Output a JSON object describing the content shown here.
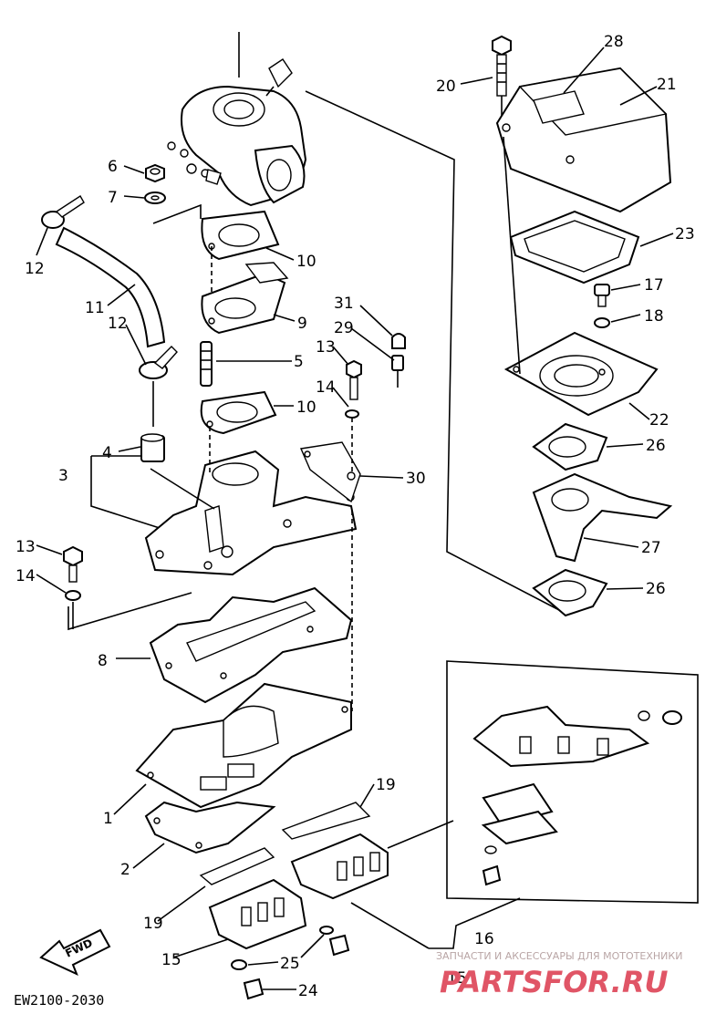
{
  "labels": [
    {
      "id": "28",
      "text": "28"
    },
    {
      "id": "20",
      "text": "20"
    },
    {
      "id": "21",
      "text": "21"
    },
    {
      "id": "6",
      "text": "6"
    },
    {
      "id": "7",
      "text": "7"
    },
    {
      "id": "12a",
      "text": "12"
    },
    {
      "id": "10a",
      "text": "10"
    },
    {
      "id": "11",
      "text": "11"
    },
    {
      "id": "9",
      "text": "9"
    },
    {
      "id": "12b",
      "text": "12"
    },
    {
      "id": "31",
      "text": "31"
    },
    {
      "id": "29",
      "text": "29"
    },
    {
      "id": "13a",
      "text": "13"
    },
    {
      "id": "5",
      "text": "5"
    },
    {
      "id": "14a",
      "text": "14"
    },
    {
      "id": "10b",
      "text": "10"
    },
    {
      "id": "4",
      "text": "4"
    },
    {
      "id": "3",
      "text": "3"
    },
    {
      "id": "30",
      "text": "30"
    },
    {
      "id": "13b",
      "text": "13"
    },
    {
      "id": "14b",
      "text": "14"
    },
    {
      "id": "8",
      "text": "8"
    },
    {
      "id": "23",
      "text": "23"
    },
    {
      "id": "17",
      "text": "17"
    },
    {
      "id": "18",
      "text": "18"
    },
    {
      "id": "22",
      "text": "22"
    },
    {
      "id": "26a",
      "text": "26"
    },
    {
      "id": "27",
      "text": "27"
    },
    {
      "id": "26b",
      "text": "26"
    },
    {
      "id": "19a",
      "text": "19"
    },
    {
      "id": "1",
      "text": "1"
    },
    {
      "id": "2",
      "text": "2"
    },
    {
      "id": "19b",
      "text": "19"
    },
    {
      "id": "15a",
      "text": "15"
    },
    {
      "id": "25",
      "text": "25"
    },
    {
      "id": "16",
      "text": "16"
    },
    {
      "id": "24",
      "text": "24"
    },
    {
      "id": "15b",
      "text": "15"
    }
  ],
  "fwd_label": "FWD",
  "diagram_code": "EW2100-2030",
  "watermark": {
    "tagline": "ЗАПЧАСТИ И АКСЕССУАРЫ ДЛЯ МОТОТЕХНИКИ",
    "brand": "PARTSFOR.RU"
  }
}
